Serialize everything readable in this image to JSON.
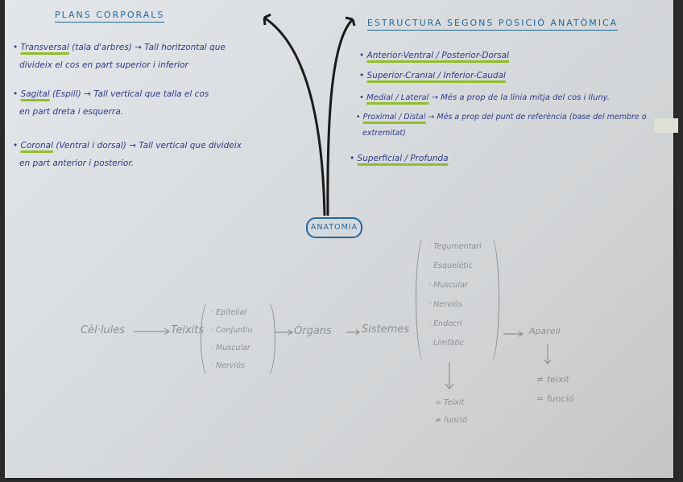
{
  "left_section": {
    "title": "PLANS CORPORALS",
    "items": [
      {
        "term": "Transversal",
        "line1": " (tala d'arbres) → Tall horitzontal que",
        "line2": "divideix el cos en part superior i inferior"
      },
      {
        "term": "Sagital",
        "line1": " (Espill) → Tall vertical que talla el cos",
        "line2": "en part dreta i esquerra."
      },
      {
        "term": "Coronal",
        "line1": " (Ventral i dorsal) → Tall vertical que divideix",
        "line2": "en part anterior i posterior."
      }
    ]
  },
  "right_section": {
    "title": "ESTRUCTURA SEGONS POSICIÓ ANATÒMICA",
    "items": [
      {
        "term": "Anterior-Ventral / Posterior-Dorsal",
        "line1": "",
        "line2": ""
      },
      {
        "term": "Superior-Cranial / Inferior-Caudal",
        "line1": "",
        "line2": ""
      },
      {
        "term": "Medial / Lateral",
        "line1": " → Més a prop de la línia mitja del cos i lluny.",
        "line2": ""
      },
      {
        "term": "Proximal / Distal",
        "line1": " → Més a prop del punt de referència (base del membre o",
        "line2": "extremitat)"
      },
      {
        "term": "Superficial / Profunda",
        "line1": "",
        "line2": ""
      }
    ]
  },
  "center_node": {
    "label": "ANATOMIA"
  },
  "hierarchy": {
    "cells": "Cèl·lules",
    "tissues": "Teixits",
    "tissue_types": [
      "Epitelial",
      "Conjuntiu",
      "Muscular",
      "Nerviós"
    ],
    "organs": "Òrgans",
    "systems": "Sistemes",
    "system_types": [
      "Tegumentari",
      "Esquelètic",
      "Muscular",
      "Nerviós",
      "Endocrí",
      "Limfàtic"
    ],
    "system_note": [
      "= Teixit",
      "≠ funció"
    ],
    "apparatus": "Aparell",
    "apparatus_note": [
      "≠ teixit",
      "= funció"
    ]
  },
  "colors": {
    "pen_blue": "#2d3a8c",
    "title_blue": "#1f6aa3",
    "highlighter_green": "#8fbf2a",
    "pencil_gray": "#8e8f91",
    "marker_black": "#1a1a1a"
  }
}
